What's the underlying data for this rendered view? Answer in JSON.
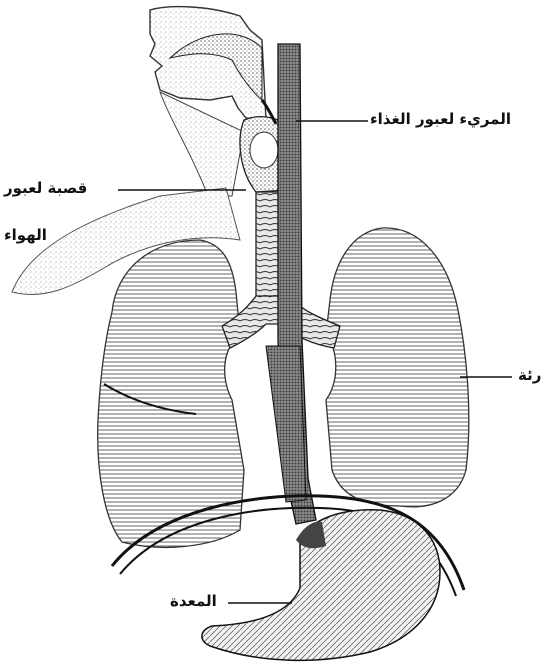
{
  "labels": {
    "esophagus": "المريء لعبور الغذاء",
    "trachea_line1": "قصبة لعبور",
    "trachea_line2": "الهواء",
    "lung": "رئة",
    "stomach": "المعدة"
  },
  "colors": {
    "ink": "#111111",
    "shade": "#555555",
    "paper": "#ffffff"
  }
}
